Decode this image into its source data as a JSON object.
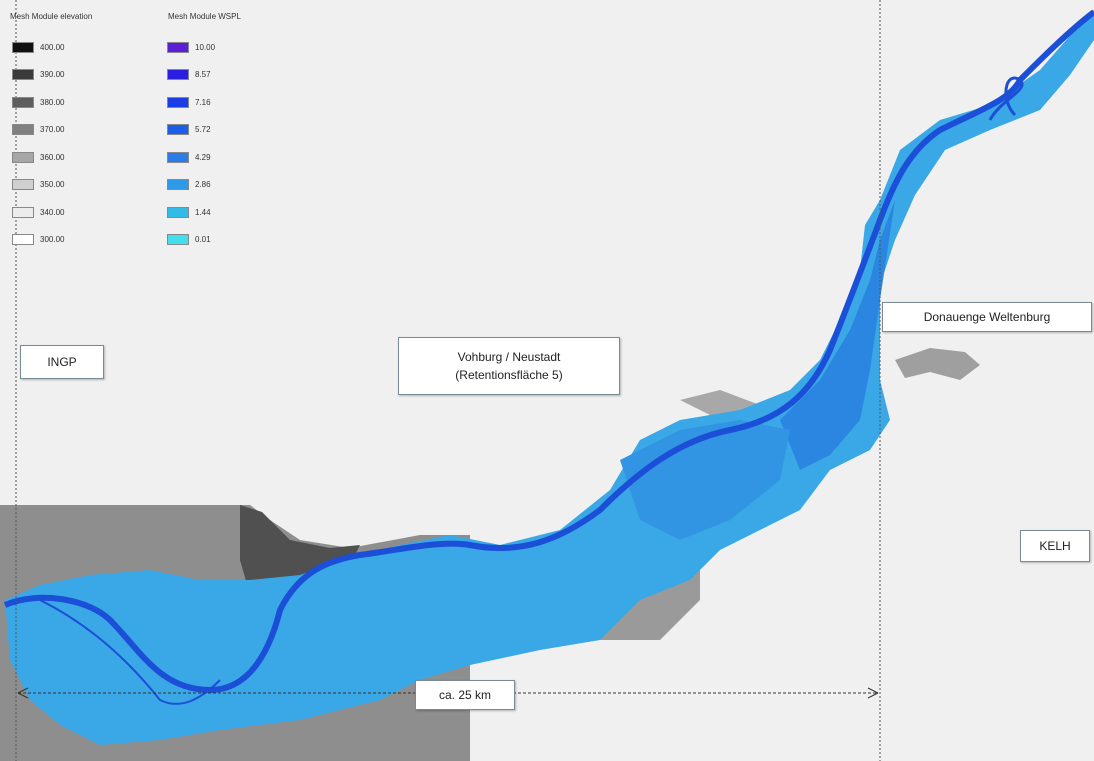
{
  "legend_elevation": {
    "title": "Mesh Module elevation",
    "items": [
      {
        "label": "400.00",
        "color": "#111111"
      },
      {
        "label": "390.00",
        "color": "#3a3a3a"
      },
      {
        "label": "380.00",
        "color": "#5e5e5e"
      },
      {
        "label": "370.00",
        "color": "#808080"
      },
      {
        "label": "360.00",
        "color": "#a6a6a6"
      },
      {
        "label": "350.00",
        "color": "#cfcfcf"
      },
      {
        "label": "340.00",
        "color": "#ececec"
      },
      {
        "label": "300.00",
        "color": "#ffffff"
      }
    ]
  },
  "legend_wspl": {
    "title": "Mesh Module WSPL",
    "items": [
      {
        "label": "10.00",
        "color": "#5a1fd6"
      },
      {
        "label": "8.57",
        "color": "#2a1fe0"
      },
      {
        "label": "7.16",
        "color": "#1b3de6"
      },
      {
        "label": "5.72",
        "color": "#1c5ee8"
      },
      {
        "label": "4.29",
        "color": "#2a7de8"
      },
      {
        "label": "2.86",
        "color": "#2f9be8"
      },
      {
        "label": "1.44",
        "color": "#33bbe8"
      },
      {
        "label": "0.01",
        "color": "#3fe0ec"
      }
    ]
  },
  "labels": {
    "ingp": "INGP",
    "vohburg_line1": "Vohburg / Neustadt",
    "vohburg_line2": "(Retentionsfläche 5)",
    "donauenge": "Donauenge Weltenburg",
    "kelh": "KELH",
    "scale": "ca. 25 km"
  },
  "colors": {
    "background": "#f0f0f0",
    "flood_light": "#3aa8e6",
    "flood_mid": "#2a86e0",
    "river": "#1c4fd8",
    "terrain_gray": "#8c8c8c"
  }
}
